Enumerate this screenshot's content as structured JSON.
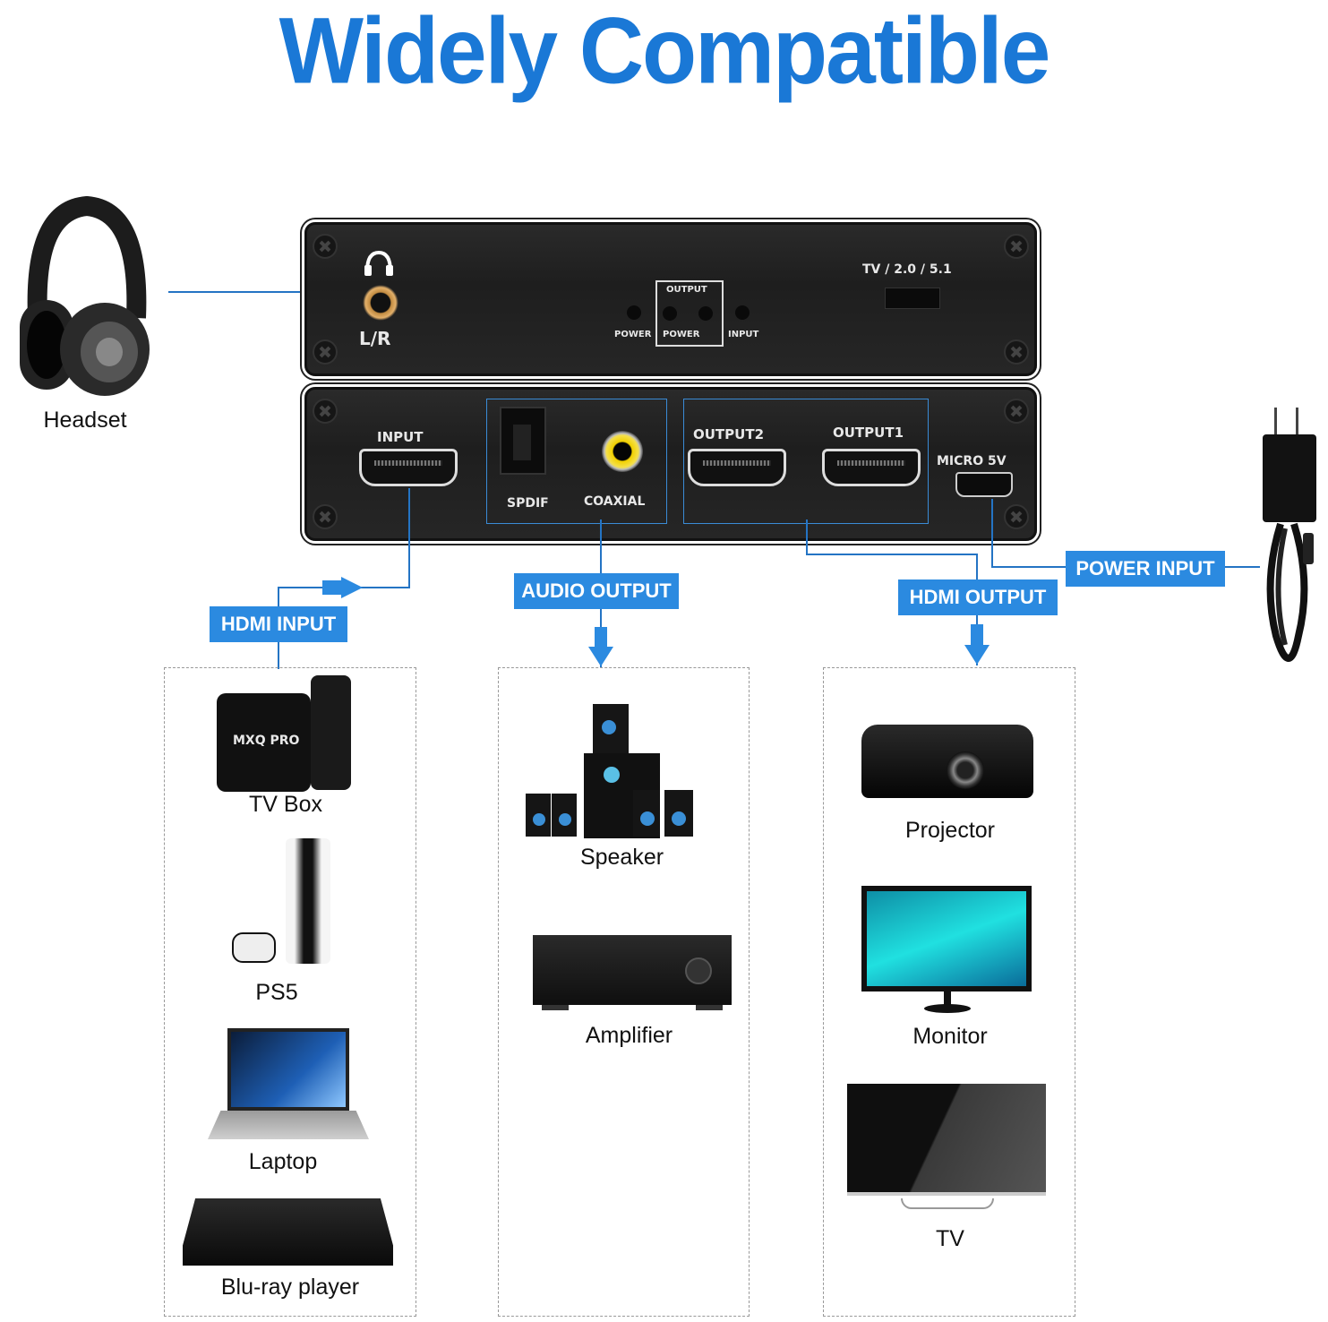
{
  "title": "Widely Compatible",
  "colors": {
    "accent": "#1a78d6",
    "tag_bg": "#2b8ae0",
    "line": "#2474c4",
    "panel": "#222222"
  },
  "headset": {
    "label": "Headset"
  },
  "top_panel": {
    "jack_label": "L/R",
    "output_box_label": "OUTPUT",
    "led_labels": [
      "POWER",
      "POWER",
      "INPUT"
    ],
    "switch_label": "TV / 2.0 / 5.1"
  },
  "bottom_panel": {
    "input_label": "INPUT",
    "spdif_label": "SPDIF",
    "coaxial_label": "COAXIAL",
    "output2_label": "OUTPUT2",
    "output1_label": "OUTPUT1",
    "micro_label": "MICRO 5V"
  },
  "tags": {
    "hdmi_input": "HDMI INPUT",
    "audio_output": "AUDIO OUTPUT",
    "hdmi_output": "HDMI OUTPUT",
    "power_input": "POWER INPUT"
  },
  "columns": {
    "input_devices": [
      "TV Box",
      "PS5",
      "Laptop",
      "Blu-ray player"
    ],
    "audio_devices": [
      "Speaker",
      "Amplifier"
    ],
    "output_devices": [
      "Projector",
      "Monitor",
      "TV"
    ]
  }
}
